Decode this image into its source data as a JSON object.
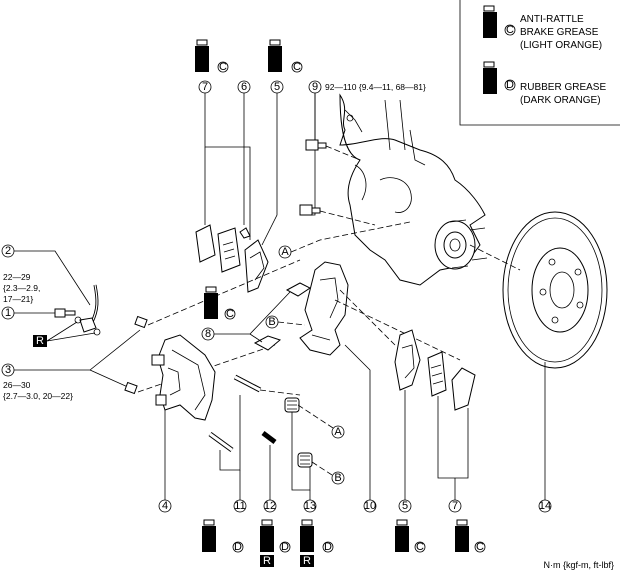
{
  "legend": {
    "c_letter": "C",
    "c_text": [
      "ANTI-RATTLE",
      "BRAKE GREASE",
      "(LIGHT ORANGE)"
    ],
    "d_letter": "D",
    "d_text": [
      "RUBBER GREASE",
      "(DARK ORANGE)"
    ]
  },
  "grease_label": "GREASE",
  "torque": {
    "upper": "92—110 {9.4—11, 68—81}",
    "brake_hose": [
      "22—29",
      "{2.3—2.9,",
      "17—21}"
    ],
    "caliper_bolt": [
      "26—30",
      "{2.7—3.0, 20—22}"
    ]
  },
  "units": "N·m {kgf-m, ft-lbf}",
  "replace_mark": "R",
  "labels": {
    "A": "A",
    "B": "B",
    "C": "C",
    "D": "D"
  },
  "parts": [
    "1",
    "2",
    "3",
    "4",
    "5",
    "6",
    "7",
    "8",
    "9",
    "10",
    "11",
    "12",
    "13",
    "14"
  ],
  "colors": {
    "ink": "#000000",
    "paper": "#ffffff"
  }
}
